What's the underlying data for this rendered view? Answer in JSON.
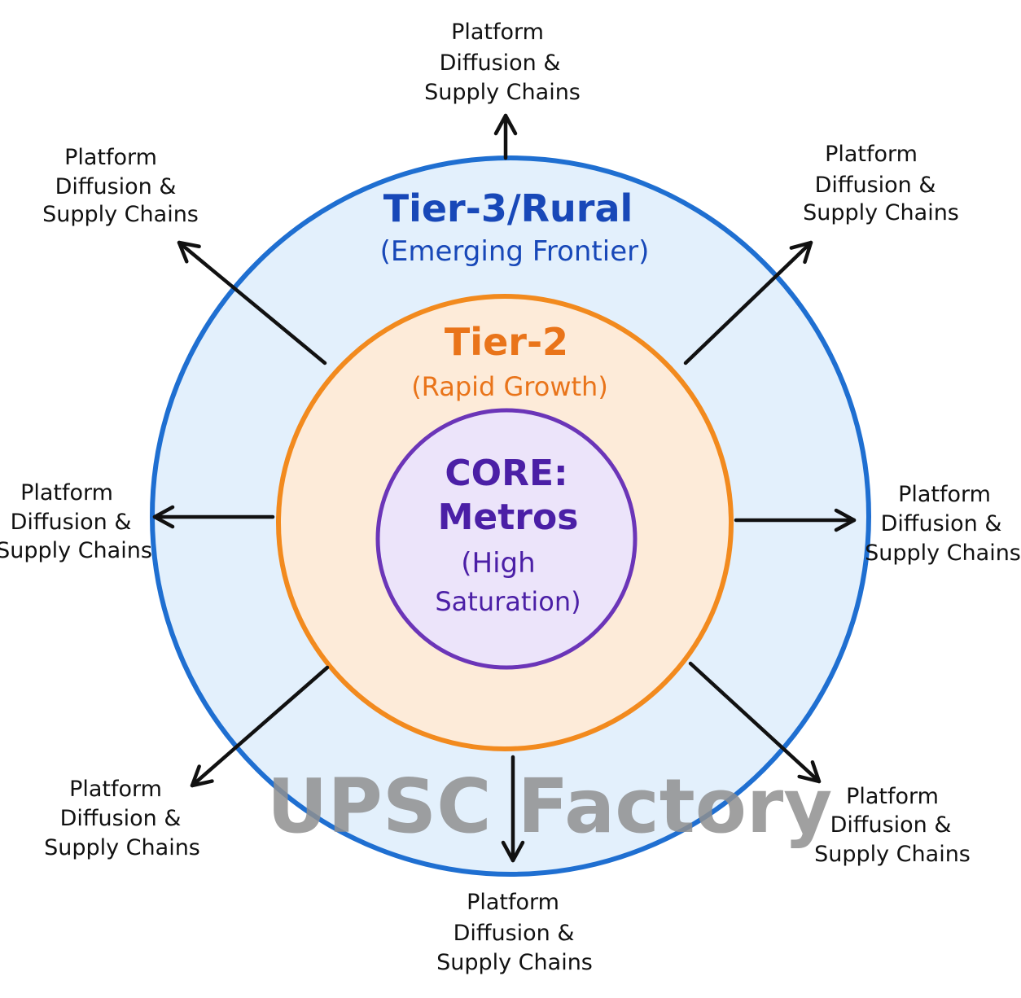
{
  "rings": {
    "outer": {
      "title": "Tier-3/Rural",
      "subtitle": "(Emerging Frontier)",
      "stroke": "#1f6fd1",
      "fill": "#e3f0fc",
      "text_color": "#1848b8"
    },
    "middle": {
      "title": "Tier-2",
      "subtitle": "(Rapid Growth)",
      "stroke": "#f28a1e",
      "fill": "#fdebd9",
      "text_color": "#e9741a"
    },
    "core": {
      "title_line1": "CORE:",
      "title_line2": "Metros",
      "subtitle_line1": "(High",
      "subtitle_line2": "Saturation)",
      "stroke": "#6b35b8",
      "fill": "#ece4fa",
      "text_color": "#4b1fa6"
    }
  },
  "spokes": [
    {
      "id": "top",
      "line1": "Platform",
      "line2": "Diffusion &",
      "line3": "Supply Chains"
    },
    {
      "id": "top-right",
      "line1": "Platform",
      "line2": "Diffusion &",
      "line3": "Supply Chains"
    },
    {
      "id": "right",
      "line1": "Platform",
      "line2": "Diffusion &",
      "line3": "Supply Chains"
    },
    {
      "id": "bottom-right",
      "line1": "Platform",
      "line2": "Diffusion &",
      "line3": "Supply Chains"
    },
    {
      "id": "bottom",
      "line1": "Platform",
      "line2": "Diffusion &",
      "line3": "Supply Chains"
    },
    {
      "id": "bottom-left",
      "line1": "Platform",
      "line2": "Diffusion &",
      "line3": "Supply Chains"
    },
    {
      "id": "left",
      "line1": "Platform",
      "line2": "Diffusion &",
      "line3": "Supply Chains"
    },
    {
      "id": "top-left",
      "line1": "Platform",
      "line2": "Diffusion &",
      "line3": "Supply Chains"
    }
  ],
  "watermark": "UPSC Factory",
  "arrow_color": "#111111"
}
